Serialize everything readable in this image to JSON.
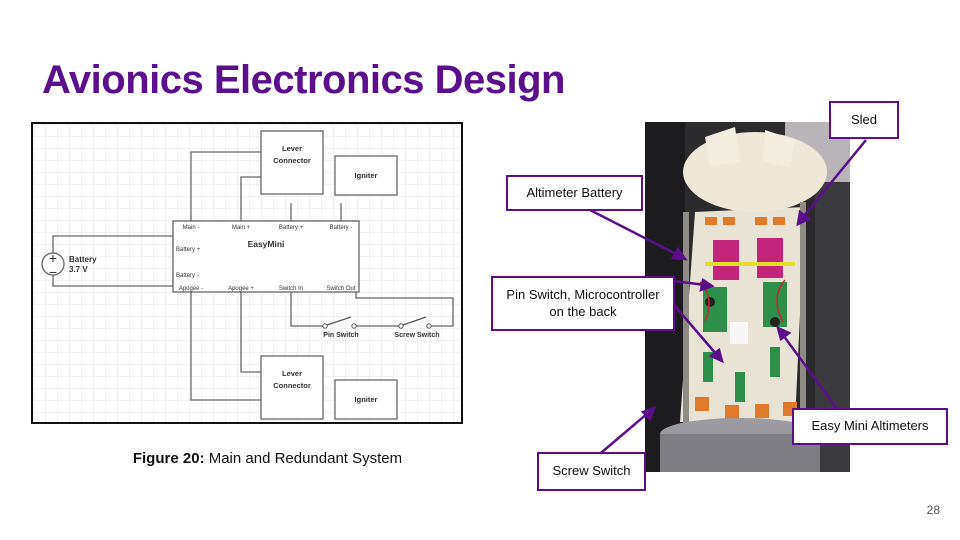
{
  "slide": {
    "title": "Avionics Electronics Design",
    "page_number": "28",
    "accent_color": "#5b0f8a"
  },
  "figure": {
    "caption_bold": "Figure 20:",
    "caption_text": " Main and Redundant System"
  },
  "schematic": {
    "battery_label": "Battery",
    "battery_voltage": "3.7 V",
    "easymini_label": "EasyMini",
    "pins_top": [
      "Main -",
      "Main +",
      "Battery +",
      "Battery -"
    ],
    "pins_left": [
      "Battery +",
      "Battery -"
    ],
    "pins_bottom": [
      "Apogee -",
      "Apogee +",
      "Switch In",
      "Switch Out"
    ],
    "lever_top_line1": "Lever",
    "lever_top_line2": "Connector",
    "igniter_top": "Igniter",
    "lever_bottom_line1": "Lever",
    "lever_bottom_line2": "Connector",
    "igniter_bottom": "Igniter",
    "pin_switch": "Pin Switch",
    "screw_switch": "Screw Switch"
  },
  "callouts": {
    "sled": "Sled",
    "altimeter_battery": "Altimeter Battery",
    "pin_switch_line1": "Pin Switch, Microcontroller",
    "pin_switch_line2": "on the back",
    "easy_mini": "Easy Mini Altimeters",
    "screw_switch": "Screw Switch"
  }
}
